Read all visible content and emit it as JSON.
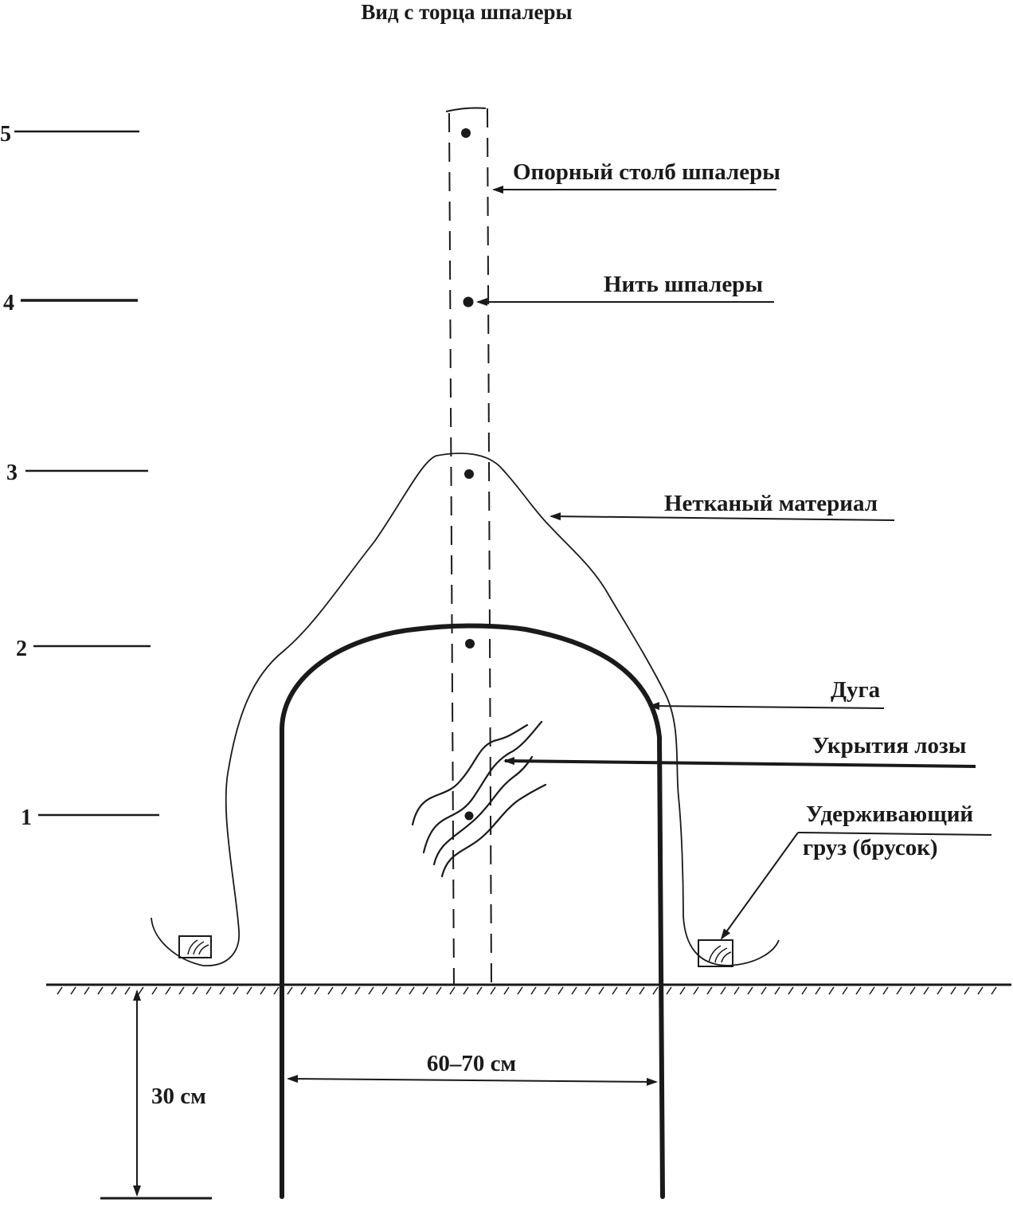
{
  "title": "Вид с торца шпалеры",
  "levels": [
    "1",
    "2",
    "3",
    "4",
    "5"
  ],
  "labels": {
    "post": "Опорный столб шпалеры",
    "wire": "Нить шпалеры",
    "fabric": "Нетканый материал",
    "arc": "Дуга",
    "vine": "Укрытия лозы",
    "weight_line1": "Удерживающий",
    "weight_line2": "груз (брусок)"
  },
  "dimensions": {
    "width": "60–70 см",
    "depth": "30 см"
  }
}
